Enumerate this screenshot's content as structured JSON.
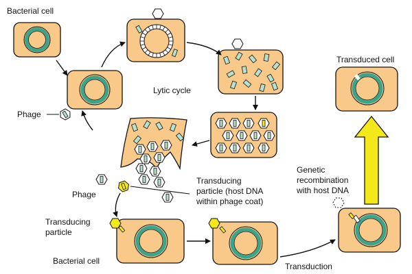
{
  "labels": {
    "bacterial_cell_top": "Bacterial cell",
    "lytic_cycle": "Lytic cycle",
    "phage_left": "Phage",
    "phage_mid": "Phage",
    "transducing_particle_note": [
      "Transducing",
      "particle (host DNA",
      "within phage coat)"
    ],
    "transducing_particle": [
      "Transducing",
      "particle"
    ],
    "bacterial_cell_bottom": "Bacterial cell",
    "transduction": "Transduction",
    "genetic_recombination": [
      "Genetic",
      "recombination",
      "with host DNA"
    ],
    "transduced_cell": "Transduced cell"
  },
  "colors": {
    "cell_fill": "#f9c98a",
    "dna_ring": "#3aa58a",
    "dna_fragment": "#b8e0cc",
    "highlight": "#f5e81a",
    "outline": "#111111"
  }
}
